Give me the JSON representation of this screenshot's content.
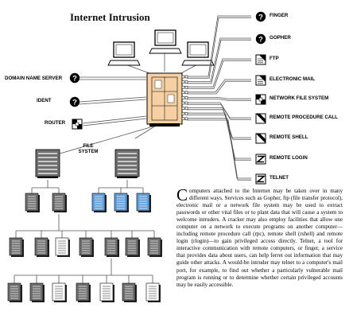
{
  "title": "Internet Intrusion",
  "services": [
    {
      "label": "FINGER",
      "icon": "question-icon"
    },
    {
      "label": "GOPHER",
      "icon": "question-icon"
    },
    {
      "label": "FTP",
      "icon": "document-icon"
    },
    {
      "label": "ELECTRONIC MAIL",
      "icon": "document-icon"
    },
    {
      "label": "NETWORK FILE SYSTEM",
      "icon": "network-icon"
    },
    {
      "label": "REMOTE PROCEDURE CALL",
      "icon": "diagonal-icon"
    },
    {
      "label": "REMOTE SHELL",
      "icon": "diagonal-icon"
    },
    {
      "label": "REMOTE LOGIN",
      "icon": "z-icon"
    },
    {
      "label": "TELNET",
      "icon": "z-icon"
    }
  ],
  "left_nodes": [
    {
      "label": "DOMAIN NAME SERVER",
      "icon": "question-icon"
    },
    {
      "label": "IDENT",
      "icon": "question-icon"
    },
    {
      "label": "ROUTER",
      "icon": "network-icon"
    }
  ],
  "file_system_label_line1": "FILE",
  "file_system_label_line2": "SYSTEM",
  "paragraph_dropcap": "C",
  "paragraph_text": "omputers attached to the Internet may be taken over in many different ways. Services such as Gopher, ftp (file transfer protocol), electronic mail or a network file system may be used to extract passwords or other vital files or to plant data that will cause a system to welcome intruders. A cracker may also employ facilities that allow one computer on a network to execute programs on another computer—including remote procedure call (rpc), remote shell (rshell) and remote login (rlogin)—to gain privileged access directly. Telnet, a tool for interactive communication with remote computers, or finger, a service that provides data about users, can help ferret out information that may guide other attacks. A would-be intruder may telnet to a computer's mail port, for example, to find out whether a particularly vulnerable mail program is running or to determine whether certain privileged accounts may be easily accessible.",
  "colors": {
    "server": "#f6cfa3",
    "blue_doc": "#5d9fdc",
    "gray_doc": "#6f6f6f",
    "line": "#555555"
  }
}
